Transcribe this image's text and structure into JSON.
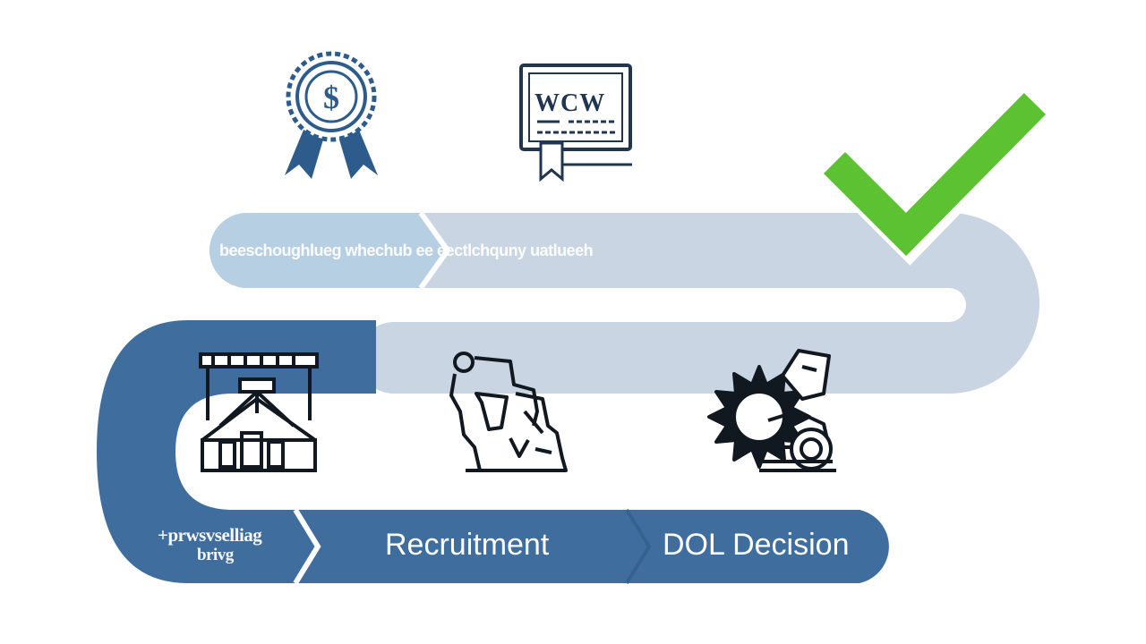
{
  "colors": {
    "dark_band": "#3f6d9e",
    "light_band": "#c9d5e2",
    "pale_band": "#b7cfe3",
    "icon_dark": "#1f3550",
    "icon_blue": "#2c5b8c",
    "check_green": "#5cc232"
  },
  "top_band": {
    "text": "beeschoughlueg whechub ee eectlchquny uatlueeh"
  },
  "lower_band": {
    "step1_text_line1": "+prwsvselliag",
    "step1_text_line2": "brivg",
    "step2_text": "Recruitment",
    "step3_text": "DOL Decision"
  },
  "certificate_icon": {
    "text": "WCW"
  },
  "icons": [
    "award-badge-icon",
    "certificate-icon",
    "checkmark-icon",
    "building-icon",
    "recruitment-people-icon",
    "decision-machine-icon"
  ]
}
